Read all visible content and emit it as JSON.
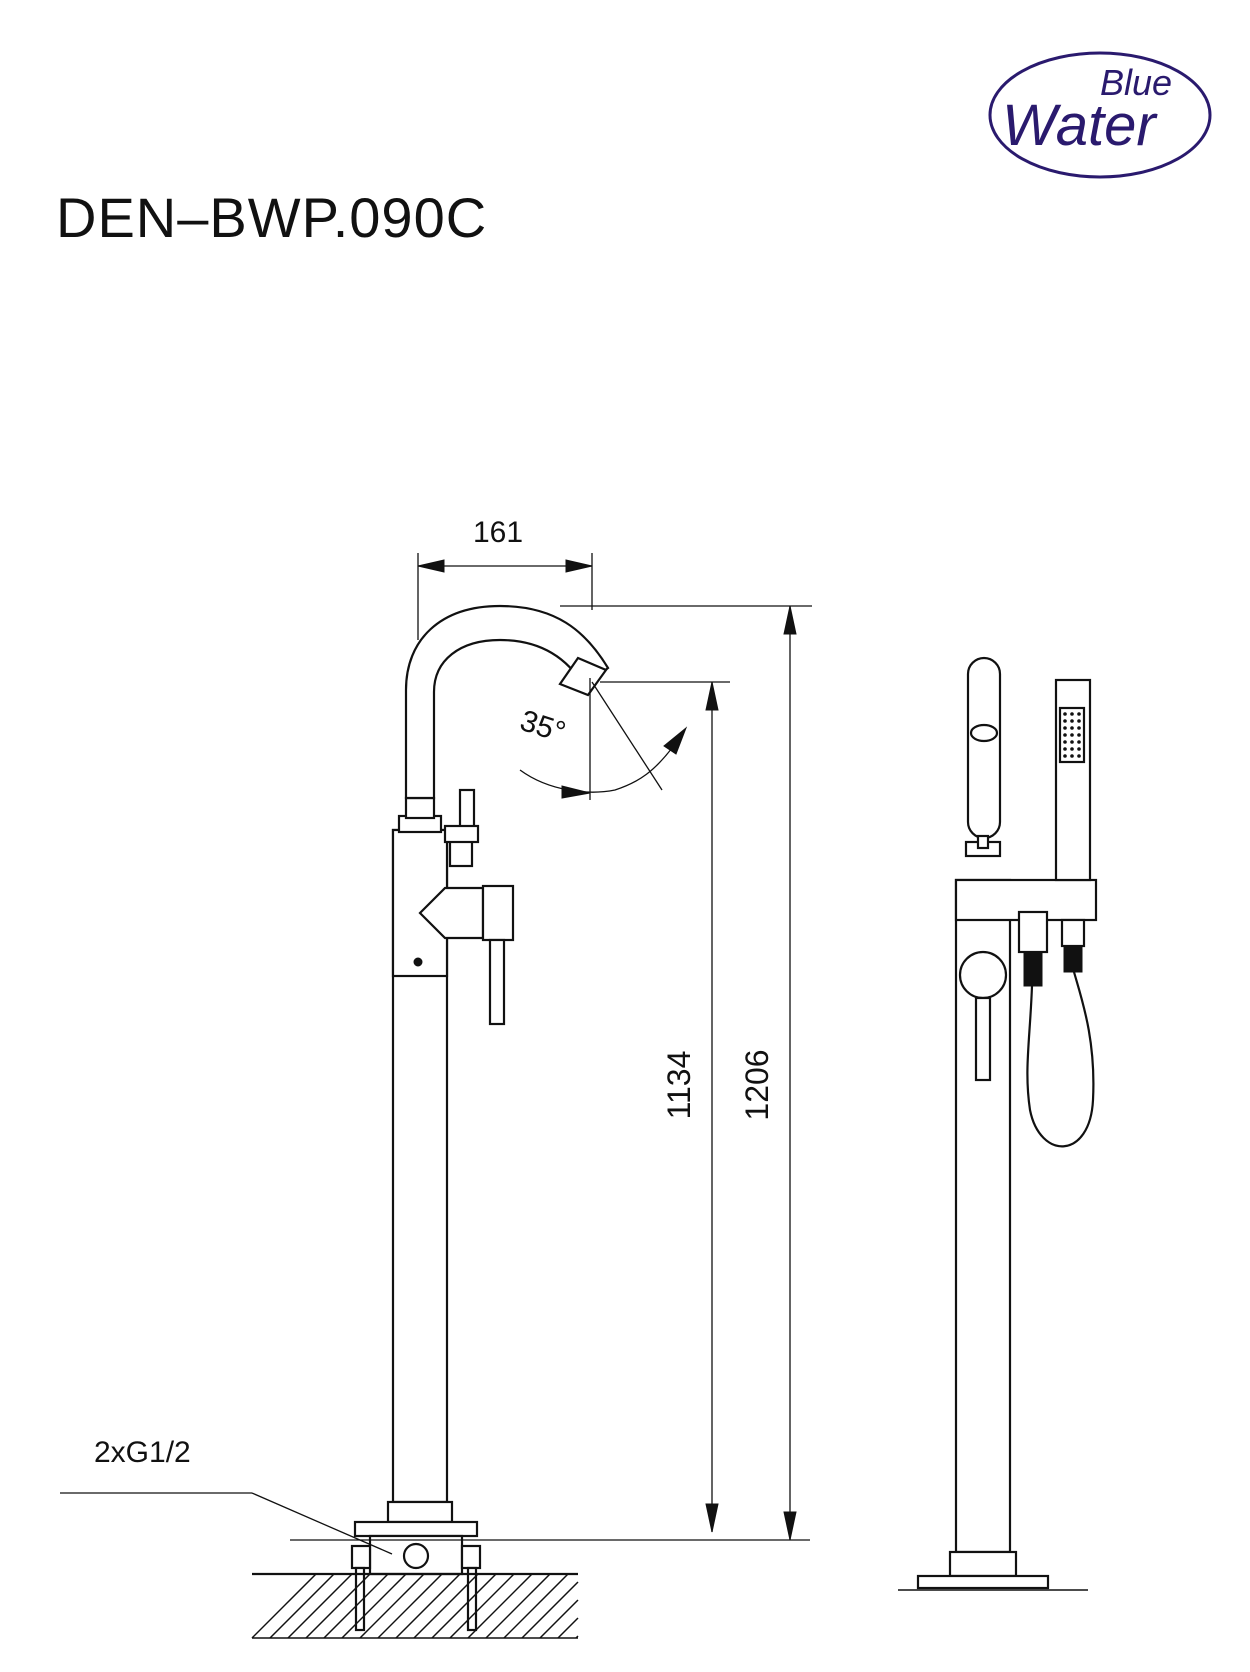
{
  "brand": {
    "line1": "Blue",
    "line2": "Water",
    "color": "#2a1a6e"
  },
  "title": "DEN–BWP.090C",
  "dimensions": {
    "spout_reach": "161",
    "swivel_angle": "35°",
    "spout_height": "1134",
    "total_height": "1206",
    "inlet": "2xG1/2"
  }
}
